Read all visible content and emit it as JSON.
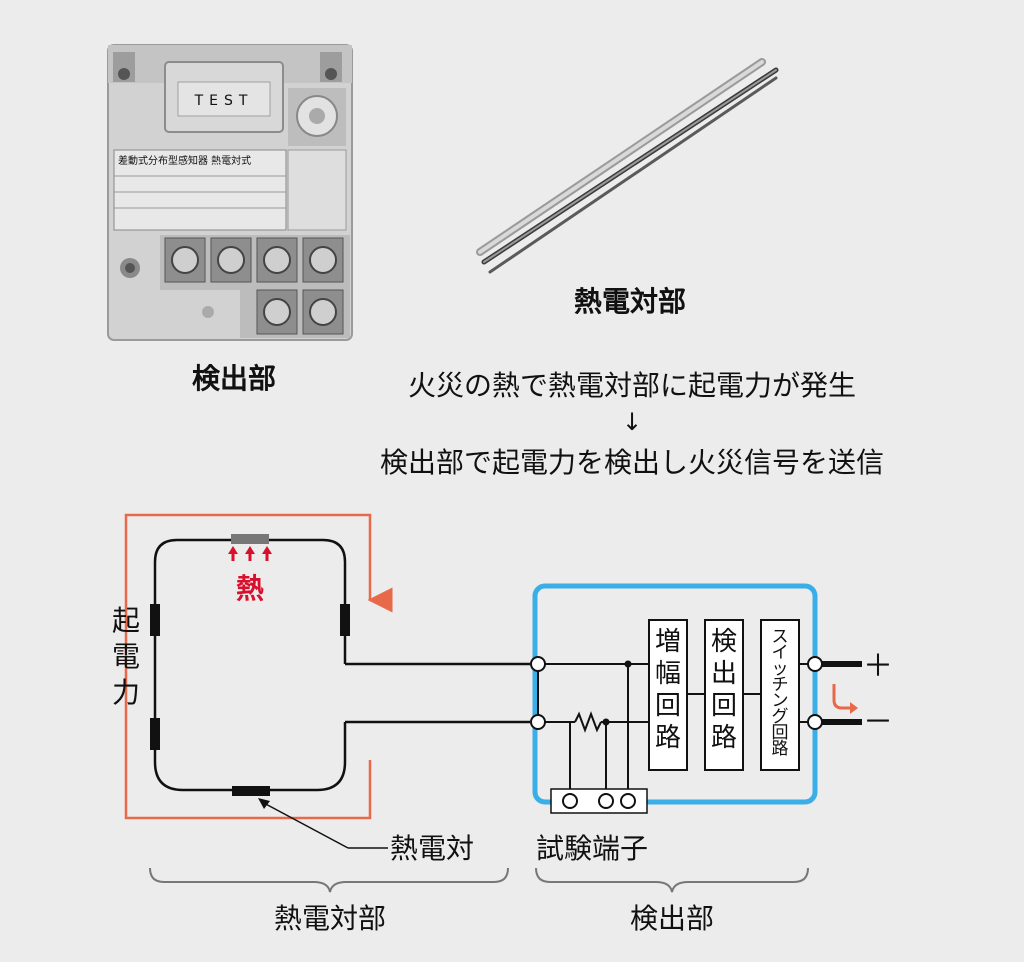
{
  "photos": {
    "detector": {
      "caption": "検出部",
      "test_label": "TEST",
      "plate_text": "差動式分布型感知器 熱電対式"
    },
    "thermocouple": {
      "caption": "熱電対部"
    }
  },
  "explanation": {
    "line1": "火災の熱で熱電対部に起電力が発生",
    "arrow": "↓",
    "line2": "検出部で起電力を検出し火災信号を送信"
  },
  "diagram": {
    "heat_label": "熱",
    "emf_label": "起電力",
    "thermocouple_label": "熱電対",
    "test_terminal_label": "試験端子",
    "blocks": {
      "amplifier": "増幅回路",
      "detector": "検出回路",
      "switching": "スイッチング回路"
    },
    "plus": "＋",
    "minus": "－",
    "brace_left_label": "熱電対部",
    "brace_right_label": "検出部"
  },
  "colors": {
    "loop_accent": "#e8694a",
    "detector_frame": "#3aaee6",
    "heat_red": "#d8102c",
    "line": "#111111"
  }
}
